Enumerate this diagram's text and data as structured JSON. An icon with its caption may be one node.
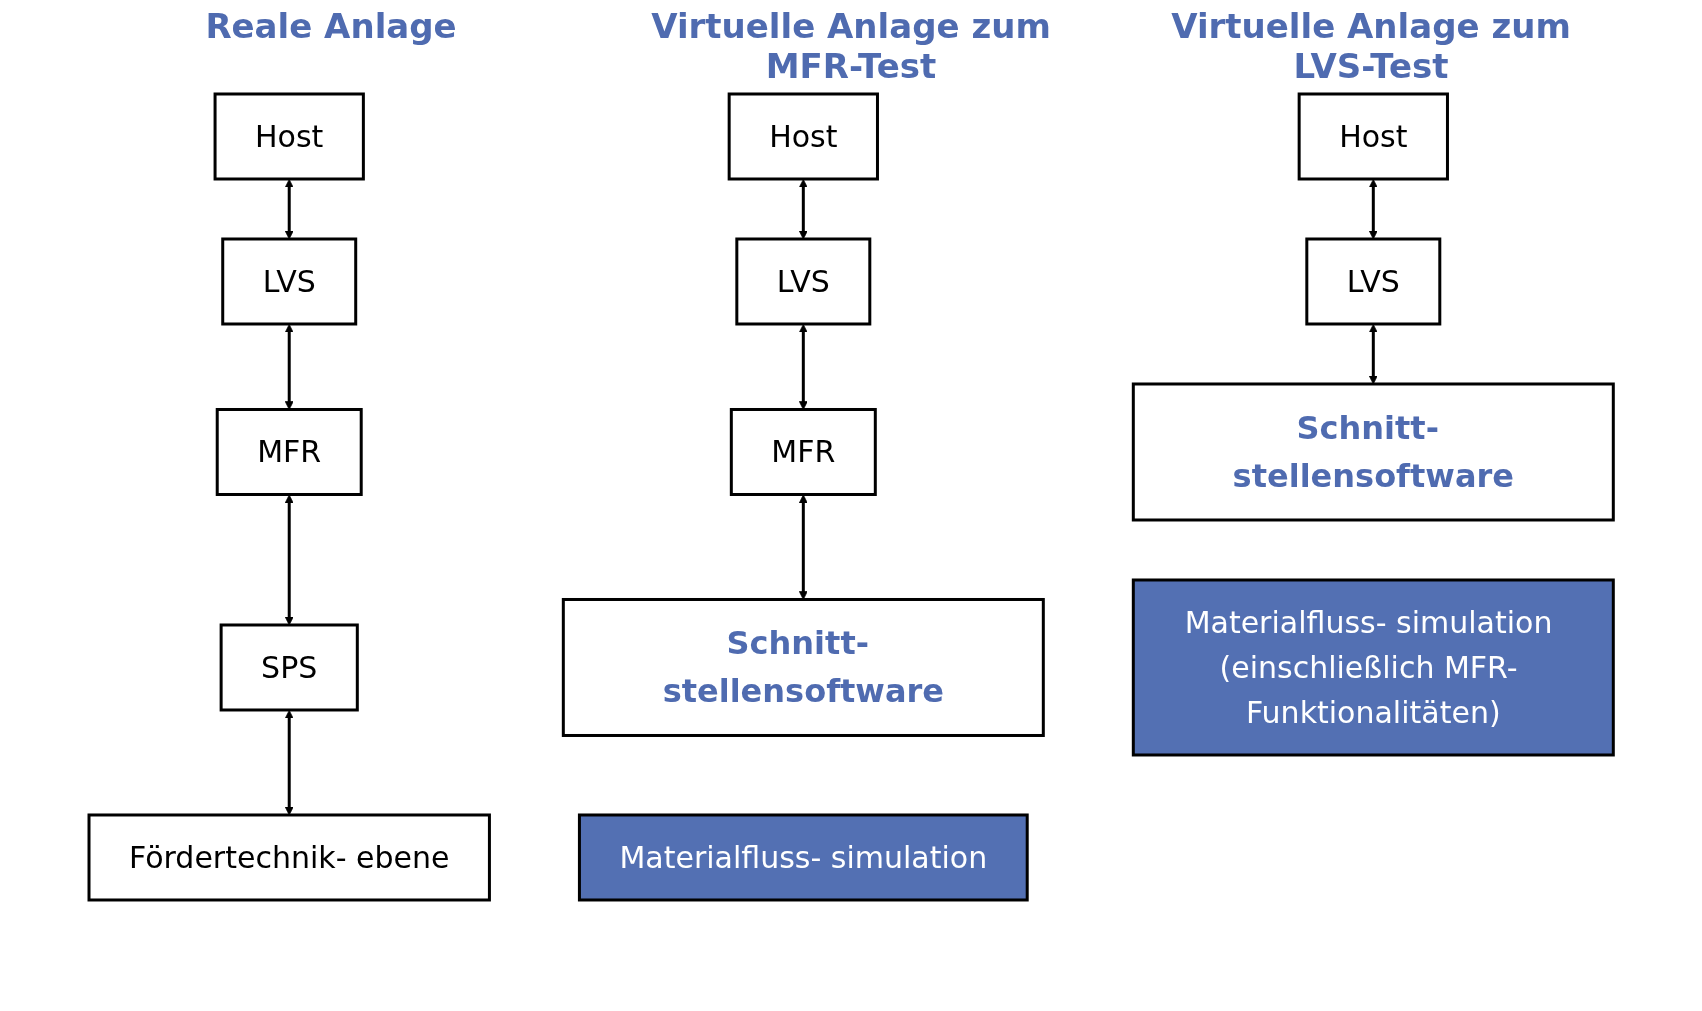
{
  "diagram": {
    "nodes": [
      {
        "text": [
          "Host"
        ]
      },
      {
        "text": [
          "LVS"
        ]
      },
      {
        "text": [
          "MFR"
        ]
      },
      {
        "text": [
          "SPS"
        ]
      },
      {
        "text": [
          "Fördertechnik- ebene"
        ]
      },
      {
        "text": [
          "Host"
        ]
      },
      {
        "text": [
          "LVS"
        ]
      },
      {
        "text": [
          "MFR"
        ]
      },
      {
        "text": [
          "Schnitt- stellensoftware"
        ]
      },
      {
        "text": [
          "Materialfluss- simulation"
        ]
      },
      {
        "text": [
          "Host"
        ]
      },
      {
        "text": [
          "LVS"
        ]
      },
      {
        "text": [
          "Schnitt- stellensoftware"
        ]
      },
      {
        "text": [
          "Materialfluss- simulation (einschließlich MFR- Funktionalitäten)"
        ]
      }
    ],
    "edges": [
      {
        "from": 0,
        "to": 1,
        "arrow": "both"
      },
      {
        "from": 1,
        "to": 2,
        "arrow": "both"
      },
      {
        "from": 2,
        "to": 3,
        "arrow": "both"
      },
      {
        "from": 3,
        "to": 4,
        "arrow": "both"
      },
      {
        "from": 5,
        "to": 6,
        "arrow": "both"
      },
      {
        "from": 6,
        "to": 7,
        "arrow": "both"
      },
      {
        "from": 7,
        "to": 8,
        "arrow": "both"
      },
      {
        "from": 10,
        "to": 11,
        "arrow": "both"
      },
      {
        "from": 11,
        "to": 12,
        "arrow": "both"
      }
    ],
    "labels": [
      "Reale Anlage",
      "Virtuelle Anlage zum MFR-Test",
      "Virtuelle Anlage zum LVS-Test"
    ]
  }
}
